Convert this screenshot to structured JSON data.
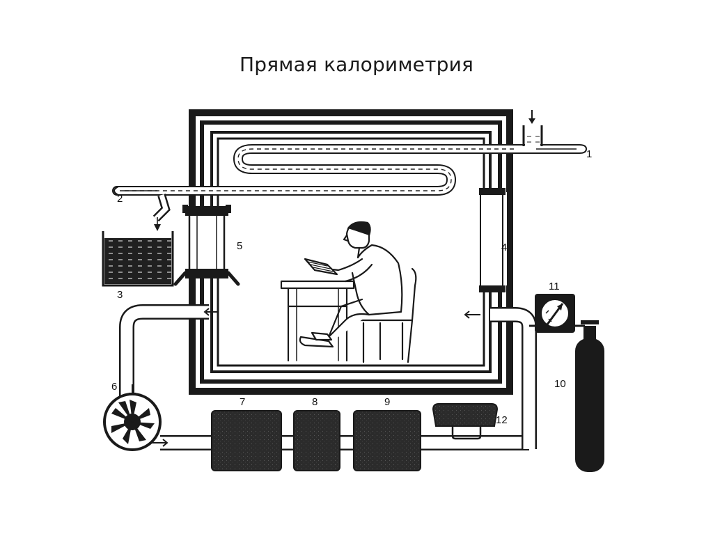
{
  "slide": {
    "title": "Прямая калориметрия"
  },
  "diagram": {
    "labels": [
      "1",
      "2",
      "3",
      "4",
      "5",
      "6",
      "7",
      "8",
      "9",
      "10",
      "11",
      "12"
    ]
  }
}
